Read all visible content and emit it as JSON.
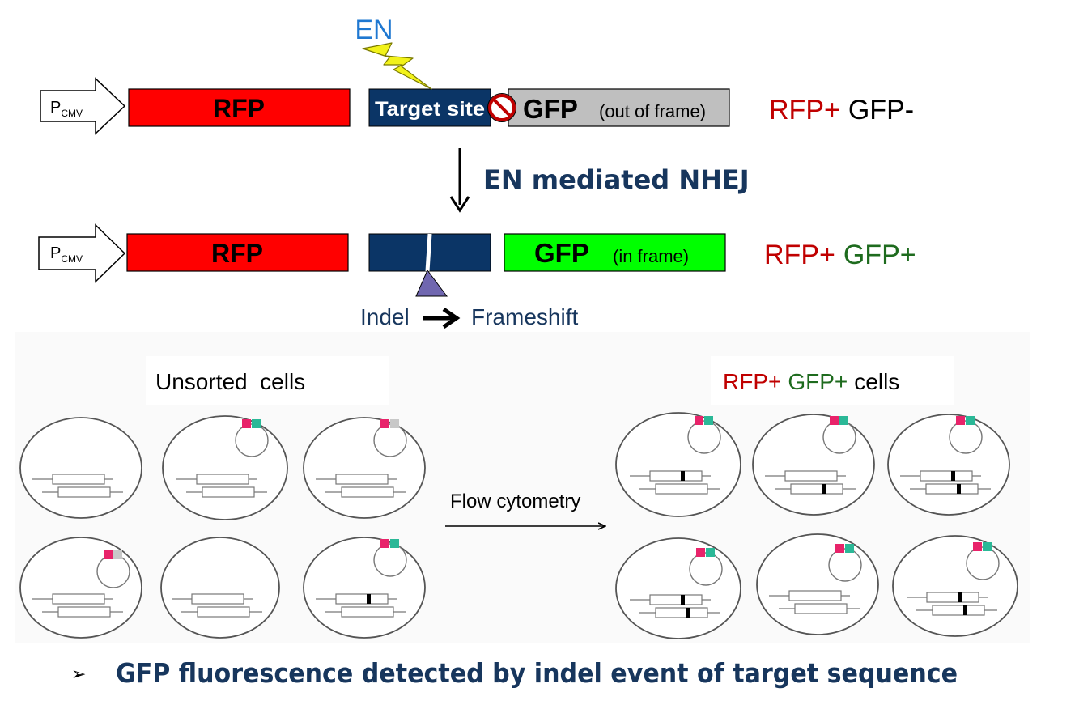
{
  "top_construct": {
    "promoter_main": "P",
    "promoter_sub": "CMV",
    "rfp_label": "RFP",
    "target_label": "Target site",
    "gfp_label": "GFP",
    "gfp_note": "(out of frame)",
    "result_rfp": "RFP+",
    "result_gfp": "GFP-",
    "endonuclease_label": "EN"
  },
  "process_label": "EN mediated NHEJ",
  "bottom_construct": {
    "promoter_main": "P",
    "promoter_sub": "CMV",
    "rfp_label": "RFP",
    "gfp_label": "GFP",
    "gfp_note": "(in frame)",
    "result_rfp": "RFP+",
    "result_gfp": "GFP+"
  },
  "indel_label": "Indel",
  "frameshift_label": "Frameshift",
  "unsorted_title": "Unsorted  cells",
  "sorted_title": {
    "rfp": "RFP+",
    "gfp": "GFP+",
    "rest": "cells"
  },
  "flow_label": "Flow cytometry",
  "bullet_symbol": "➢",
  "bullet_text": "GFP fluorescence detected by indel event of target sequence",
  "colors": {
    "rfp_red": "#ff0000",
    "target_navy": "#0b3566",
    "gfp_gray": "#bfbfbf",
    "gfp_green": "#00ff00",
    "text_navy": "#17365d",
    "label_red": "#c00000",
    "label_green": "#1e6b1e",
    "en_blue": "#1f78d1",
    "bolt_yellow": "#f2f21a",
    "indel_purple": "#7067b0",
    "marker_pink": "#e8236a",
    "marker_teal": "#2bb897",
    "marker_gray": "#c8c8c8"
  }
}
